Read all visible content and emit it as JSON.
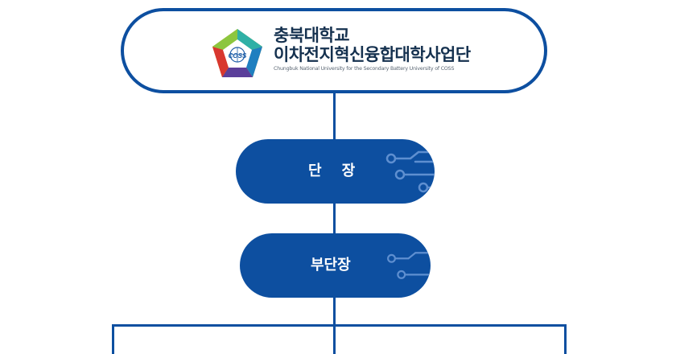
{
  "organization": {
    "name_line1": "충북대학교",
    "name_line2": "이차전지혁신융합대학사업단",
    "name_en": "Chungbuk National University for the Secondary Battery University of COSS",
    "logo_text": "COSS"
  },
  "chart": {
    "nodes": [
      {
        "label": "단    장"
      },
      {
        "label": "부단장"
      }
    ]
  },
  "colors": {
    "primary": "#0d4fa0",
    "text_dark": "#15314f",
    "circuit": "#5e8fd0"
  }
}
